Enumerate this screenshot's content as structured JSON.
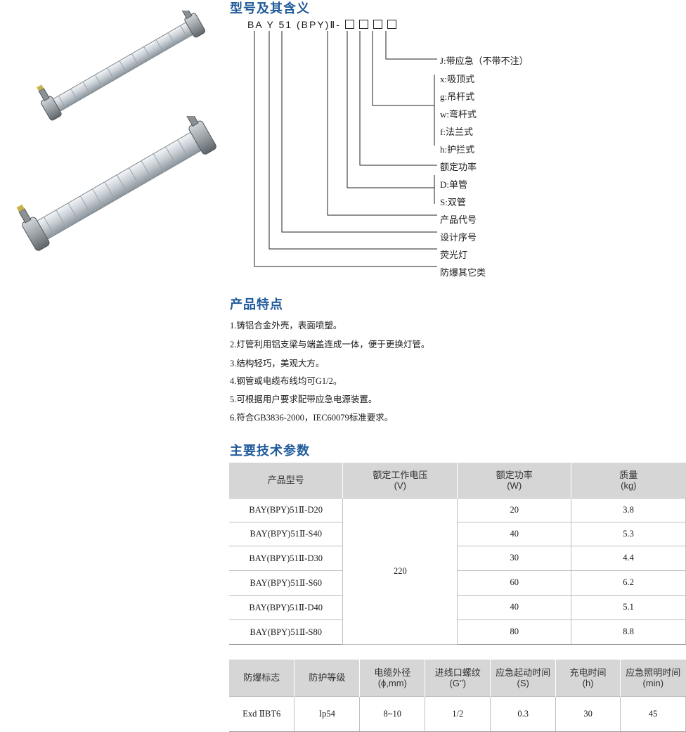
{
  "sections": {
    "model_meaning": "型号及其含义",
    "features": "产品特点",
    "tech_params": "主要技术参数"
  },
  "model_code": {
    "prefix": "BA Y 51 (BPY)Ⅱ-"
  },
  "code_labels": [
    "J:带应急（不带不注）",
    "x:吸顶式",
    "g:吊杆式",
    "w:弯杆式",
    "f:法兰式",
    "h:护拦式",
    "额定功率",
    "D:单管",
    "S:双管",
    "产品代号",
    "设计序号",
    "荧光灯",
    "防爆其它类"
  ],
  "features": [
    "1.铸铝合金外壳，表面喷塑。",
    "2.灯管利用铝支梁与端盖连成一体，便于更换灯管。",
    "3.结构轻巧，美观大方。",
    "4.钢管或电缆布线均可G1/2。",
    "5.可根据用户要求配带应急电源装置。",
    "6.符合GB3836-2000，IEC60079标准要求。"
  ],
  "table1": {
    "headers": [
      {
        "line1": "产品型号",
        "line2": ""
      },
      {
        "line1": "额定工作电压",
        "line2": "(V)"
      },
      {
        "line1": "额定功率",
        "line2": "(W)"
      },
      {
        "line1": "质量",
        "line2": "(kg)"
      }
    ],
    "voltage": "220",
    "rows": [
      {
        "model": "BAY(BPY)51Ⅱ-D20",
        "power": "20",
        "mass": "3.8"
      },
      {
        "model": "BAY(BPY)51Ⅱ-S40",
        "power": "40",
        "mass": "5.3"
      },
      {
        "model": "BAY(BPY)51Ⅱ-D30",
        "power": "30",
        "mass": "4.4"
      },
      {
        "model": "BAY(BPY)51Ⅱ-S60",
        "power": "60",
        "mass": "6.2"
      },
      {
        "model": "BAY(BPY)51Ⅱ-D40",
        "power": "40",
        "mass": "5.1"
      },
      {
        "model": "BAY(BPY)51Ⅱ-S80",
        "power": "80",
        "mass": "8.8"
      }
    ]
  },
  "table2": {
    "headers": [
      {
        "line1": "防爆标志",
        "line2": ""
      },
      {
        "line1": "防护等级",
        "line2": ""
      },
      {
        "line1": "电缆外径",
        "line2": "(ϕ,mm)"
      },
      {
        "line1": "进线口螺纹",
        "line2": "(G\")"
      },
      {
        "line1": "应急起动时间",
        "line2": "(S)"
      },
      {
        "line1": "充电时间",
        "line2": "(h)"
      },
      {
        "line1": "应急照明时间",
        "line2": "(min)"
      }
    ],
    "row": [
      "Exd ⅡBT6",
      "Ip54",
      "8~10",
      "1/2",
      "0.3",
      "30",
      "45"
    ]
  }
}
